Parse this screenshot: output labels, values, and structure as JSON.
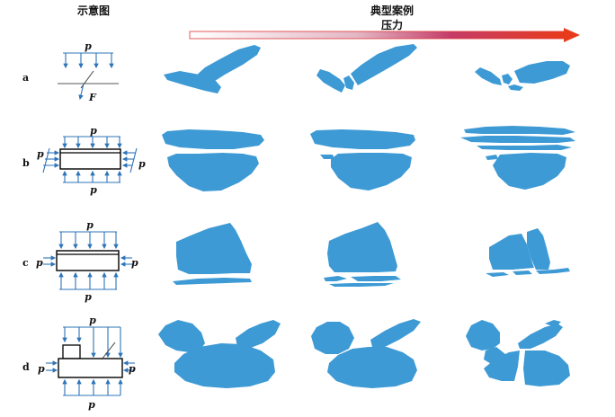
{
  "header": {
    "schematic": "示意图",
    "cases": "典型案例",
    "pressure": "压力"
  },
  "rows": [
    {
      "id": "a",
      "label": "a"
    },
    {
      "id": "b",
      "label": "b"
    },
    {
      "id": "c",
      "label": "c"
    },
    {
      "id": "d",
      "label": "d"
    }
  ],
  "symbols": {
    "load": "p",
    "force": "F"
  },
  "colors": {
    "fragment": "#3d9ad5",
    "arrow_blue": "#2d74b8",
    "gradient_start": "#ffffff",
    "gradient_end": "#e83b1c"
  }
}
